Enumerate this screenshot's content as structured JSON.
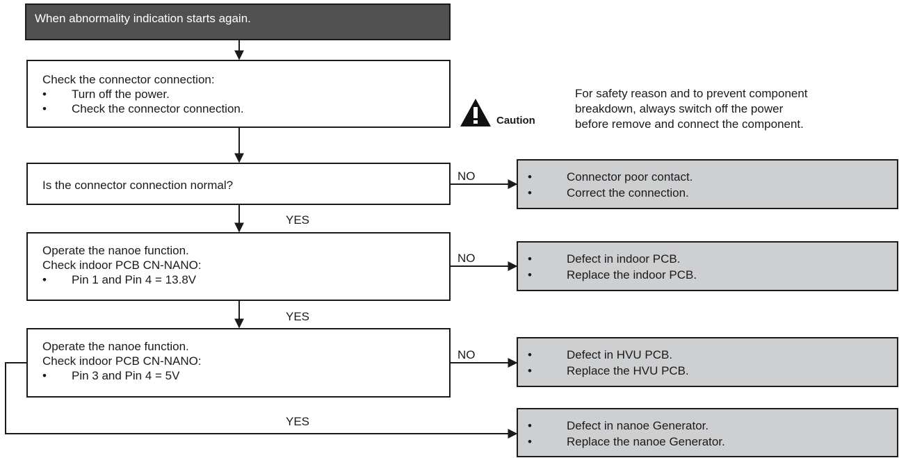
{
  "title_box": {
    "text": "When abnormality indication starts again."
  },
  "step_check_connector": {
    "lines": [
      "Check the connector connection:"
    ],
    "bullets": [
      "Turn off the power.",
      "Check the connector connection."
    ]
  },
  "caution": {
    "icon": "warning-triangle-icon",
    "label": "Caution",
    "lines": [
      "For safety reason and to prevent component",
      "breakdown, always switch off the power",
      "before remove and connect the component."
    ]
  },
  "question_connector": {
    "text": "Is the connector connection normal?"
  },
  "step_pin14": {
    "lines": [
      "Operate the nanoe function.",
      "Check indoor PCB CN-NANO:"
    ],
    "bullets": [
      "Pin 1 and Pin 4 = 13.8V"
    ]
  },
  "step_pin34": {
    "lines": [
      "Operate the nanoe function.",
      "Check indoor PCB CN-NANO:"
    ],
    "bullets": [
      "Pin 3 and Pin 4 = 5V"
    ]
  },
  "result_connector": {
    "bullets": [
      "Connector poor contact.",
      "Correct the connection."
    ]
  },
  "result_indoor_pcb": {
    "bullets": [
      "Defect in indoor PCB.",
      "Replace the indoor PCB."
    ]
  },
  "result_hvu_pcb": {
    "bullets": [
      "Defect in HVU PCB.",
      "Replace the HVU PCB."
    ]
  },
  "result_generator": {
    "bullets": [
      "Defect in nanoe Generator.",
      "Replace the nanoe Generator."
    ]
  },
  "labels": {
    "no_1": "NO",
    "no_2": "NO",
    "no_3": "NO",
    "yes_1": "YES",
    "yes_2": "YES",
    "yes_3": "YES"
  },
  "bullet_symbol": "•"
}
